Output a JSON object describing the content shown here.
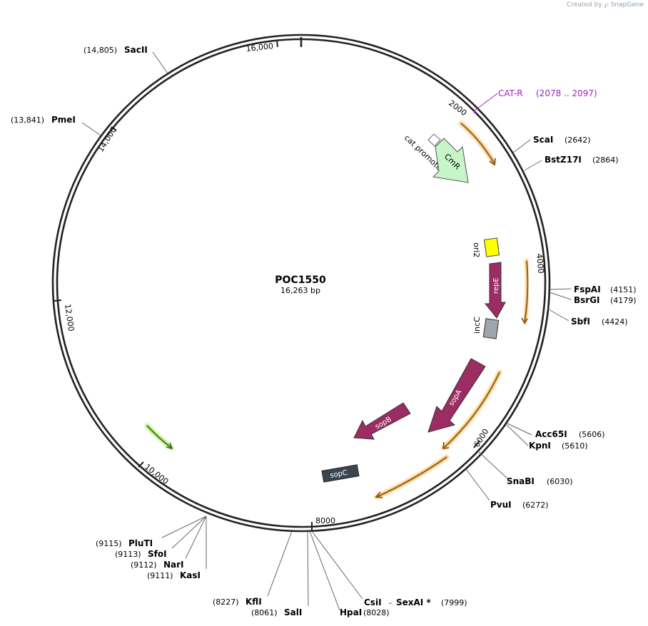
{
  "credit": {
    "prefix": "Created by",
    "brand": "SnapGene"
  },
  "plasmid": {
    "name": "POC1550",
    "size": "16,263 bp"
  },
  "ticks": [
    "16,000",
    "2000",
    "4000",
    "6000",
    "8000",
    "10,000",
    "12,000",
    "14,000"
  ],
  "primer": {
    "name": "CAT-R",
    "range": "(2078 .. 2097)"
  },
  "sites": [
    {
      "name": "ScaI",
      "pos": "(2642)"
    },
    {
      "name": "BstZ17I",
      "pos": "(2864)"
    },
    {
      "name": "FspAI",
      "pos": "(4151)"
    },
    {
      "name": "BsrGI",
      "pos": "(4179)"
    },
    {
      "name": "SbfI",
      "pos": "(4424)"
    },
    {
      "name": "Acc65I",
      "pos": "(5606)"
    },
    {
      "name": "KpnI",
      "pos": "(5610)"
    },
    {
      "name": "SnaBI",
      "pos": "(6030)"
    },
    {
      "name": "PvuI",
      "pos": "(6272)"
    },
    {
      "name": "CsiI",
      "sep": "-",
      "name2": "SexAI *",
      "pos": "(7999)"
    },
    {
      "name": "HpaI",
      "pos": "(8028)"
    },
    {
      "name": "SalI",
      "pos": "(8061)"
    },
    {
      "name": "KflI",
      "pos": "(8227)"
    },
    {
      "name": "KasI",
      "pos": "(9111)"
    },
    {
      "name": "NarI",
      "pos": "(9112)"
    },
    {
      "name": "SfoI",
      "pos": "(9113)"
    },
    {
      "name": "PluTI",
      "pos": "(9115)"
    },
    {
      "name": "PmeI",
      "pos": "(13,841)"
    },
    {
      "name": "SacII",
      "pos": "(14,805)"
    }
  ],
  "features": {
    "cat_promoter": "cat promoter",
    "cmr": "CmR",
    "ori2": "ori2",
    "repE": "repE",
    "incC": "incC",
    "sopA": "sopA",
    "sopB": "sopB",
    "sopC": "sopC"
  },
  "colors": {
    "backbone": "#222222",
    "primer": "#a020c8",
    "cmr": "#c8f5c8",
    "ori": "#ffff00",
    "gene": "#9b2d62",
    "incC": "#a0a4ac",
    "sopC": "#3a4550",
    "orange_glow": "#f6c878",
    "orange_core": "#8a5a10",
    "green_glow": "#b6e87a",
    "green_core": "#3a7a10"
  }
}
